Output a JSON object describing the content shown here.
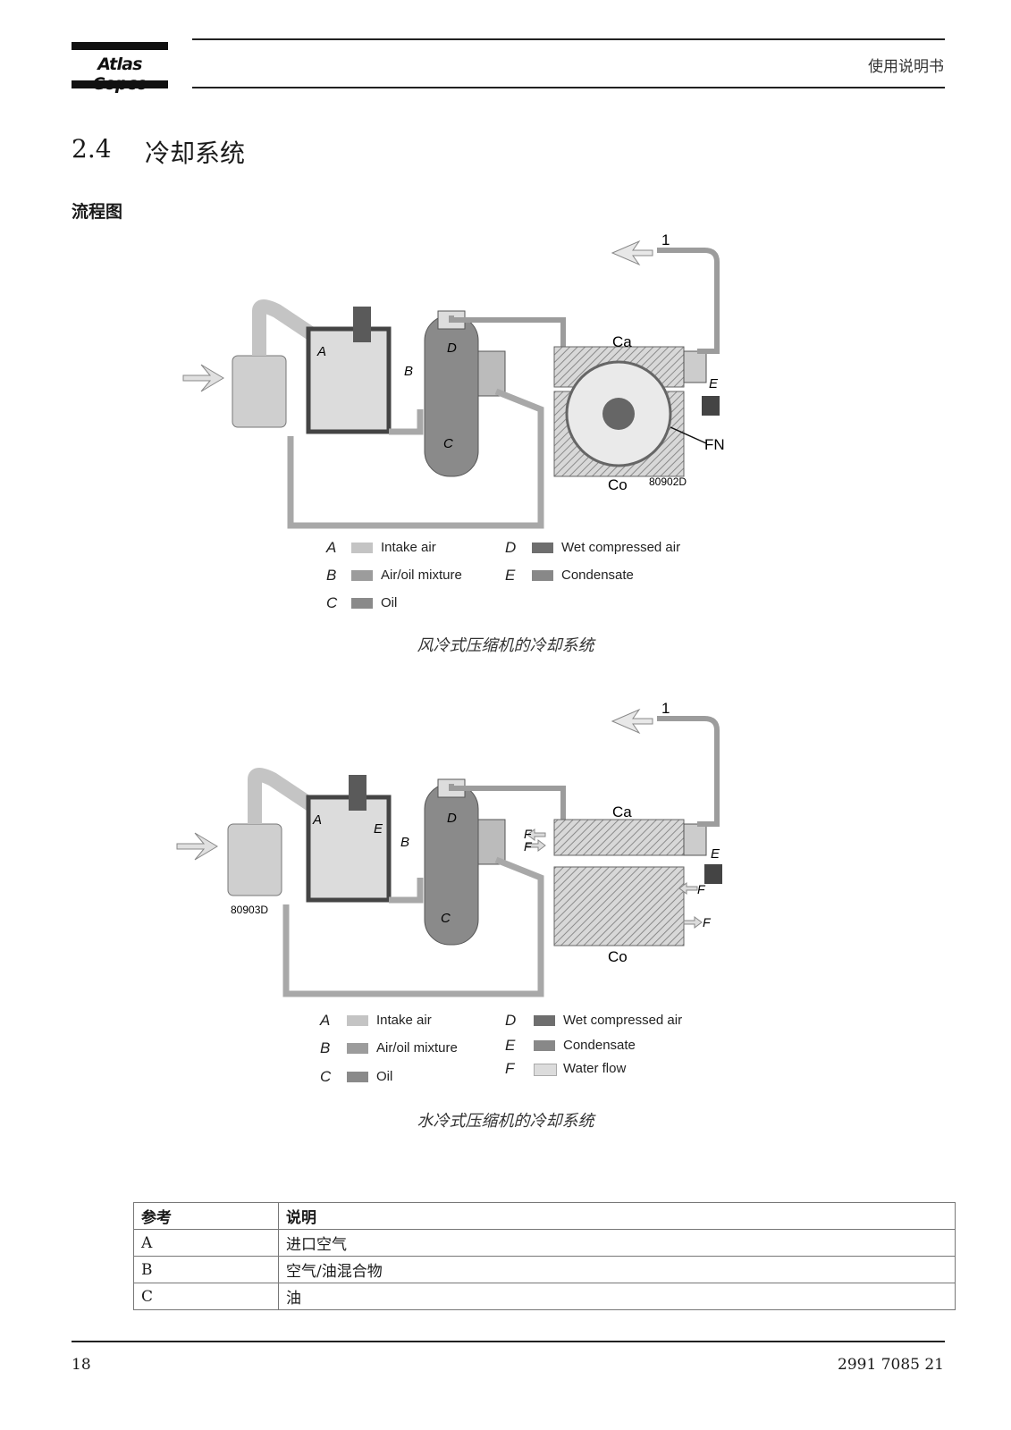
{
  "header": {
    "brand": "Atlas Copco",
    "manual_title": "使用说明书"
  },
  "section": {
    "number": "2.4",
    "title": "冷却系统",
    "subheading": "流程图"
  },
  "diagram_air": {
    "labels": {
      "outlet": "1",
      "cooler_air": "Ca",
      "cooler_oil": "Co",
      "fan": "FN",
      "code": "80902D",
      "A": "A",
      "B": "B",
      "C": "C",
      "D": "D",
      "E": "E"
    },
    "caption": "风冷式压缩机的冷却系统",
    "legend": [
      {
        "key": "A",
        "label": "Intake air",
        "color": "#c4c4c4"
      },
      {
        "key": "B",
        "label": "Air/oil mixture",
        "color": "#9c9c9c"
      },
      {
        "key": "C",
        "label": "Oil",
        "color": "#8a8a8a"
      },
      {
        "key": "D",
        "label": "Wet compressed air",
        "color": "#6e6e6e"
      },
      {
        "key": "E",
        "label": "Condensate",
        "color": "#888888"
      }
    ]
  },
  "diagram_water": {
    "labels": {
      "outlet": "1",
      "cooler_air": "Ca",
      "cooler_oil": "Co",
      "code": "80903D",
      "A": "A",
      "B": "B",
      "C": "C",
      "D": "D",
      "E": "E",
      "F": "F"
    },
    "caption": "水冷式压缩机的冷却系统",
    "legend": [
      {
        "key": "A",
        "label": "Intake air",
        "color": "#c4c4c4"
      },
      {
        "key": "B",
        "label": "Air/oil mixture",
        "color": "#9c9c9c"
      },
      {
        "key": "C",
        "label": "Oil",
        "color": "#8a8a8a"
      },
      {
        "key": "D",
        "label": "Wet compressed air",
        "color": "#6e6e6e"
      },
      {
        "key": "E",
        "label": "Condensate",
        "color": "#888888"
      },
      {
        "key": "F",
        "label": "Water flow",
        "color": "#dcdcdc"
      }
    ]
  },
  "table": {
    "headers": [
      "参考",
      "说明"
    ],
    "rows": [
      [
        "A",
        "进口空气"
      ],
      [
        "B",
        "空气/油混合物"
      ],
      [
        "C",
        "油"
      ]
    ]
  },
  "footer": {
    "page_number": "18",
    "doc_number": "2991 7085 21"
  }
}
